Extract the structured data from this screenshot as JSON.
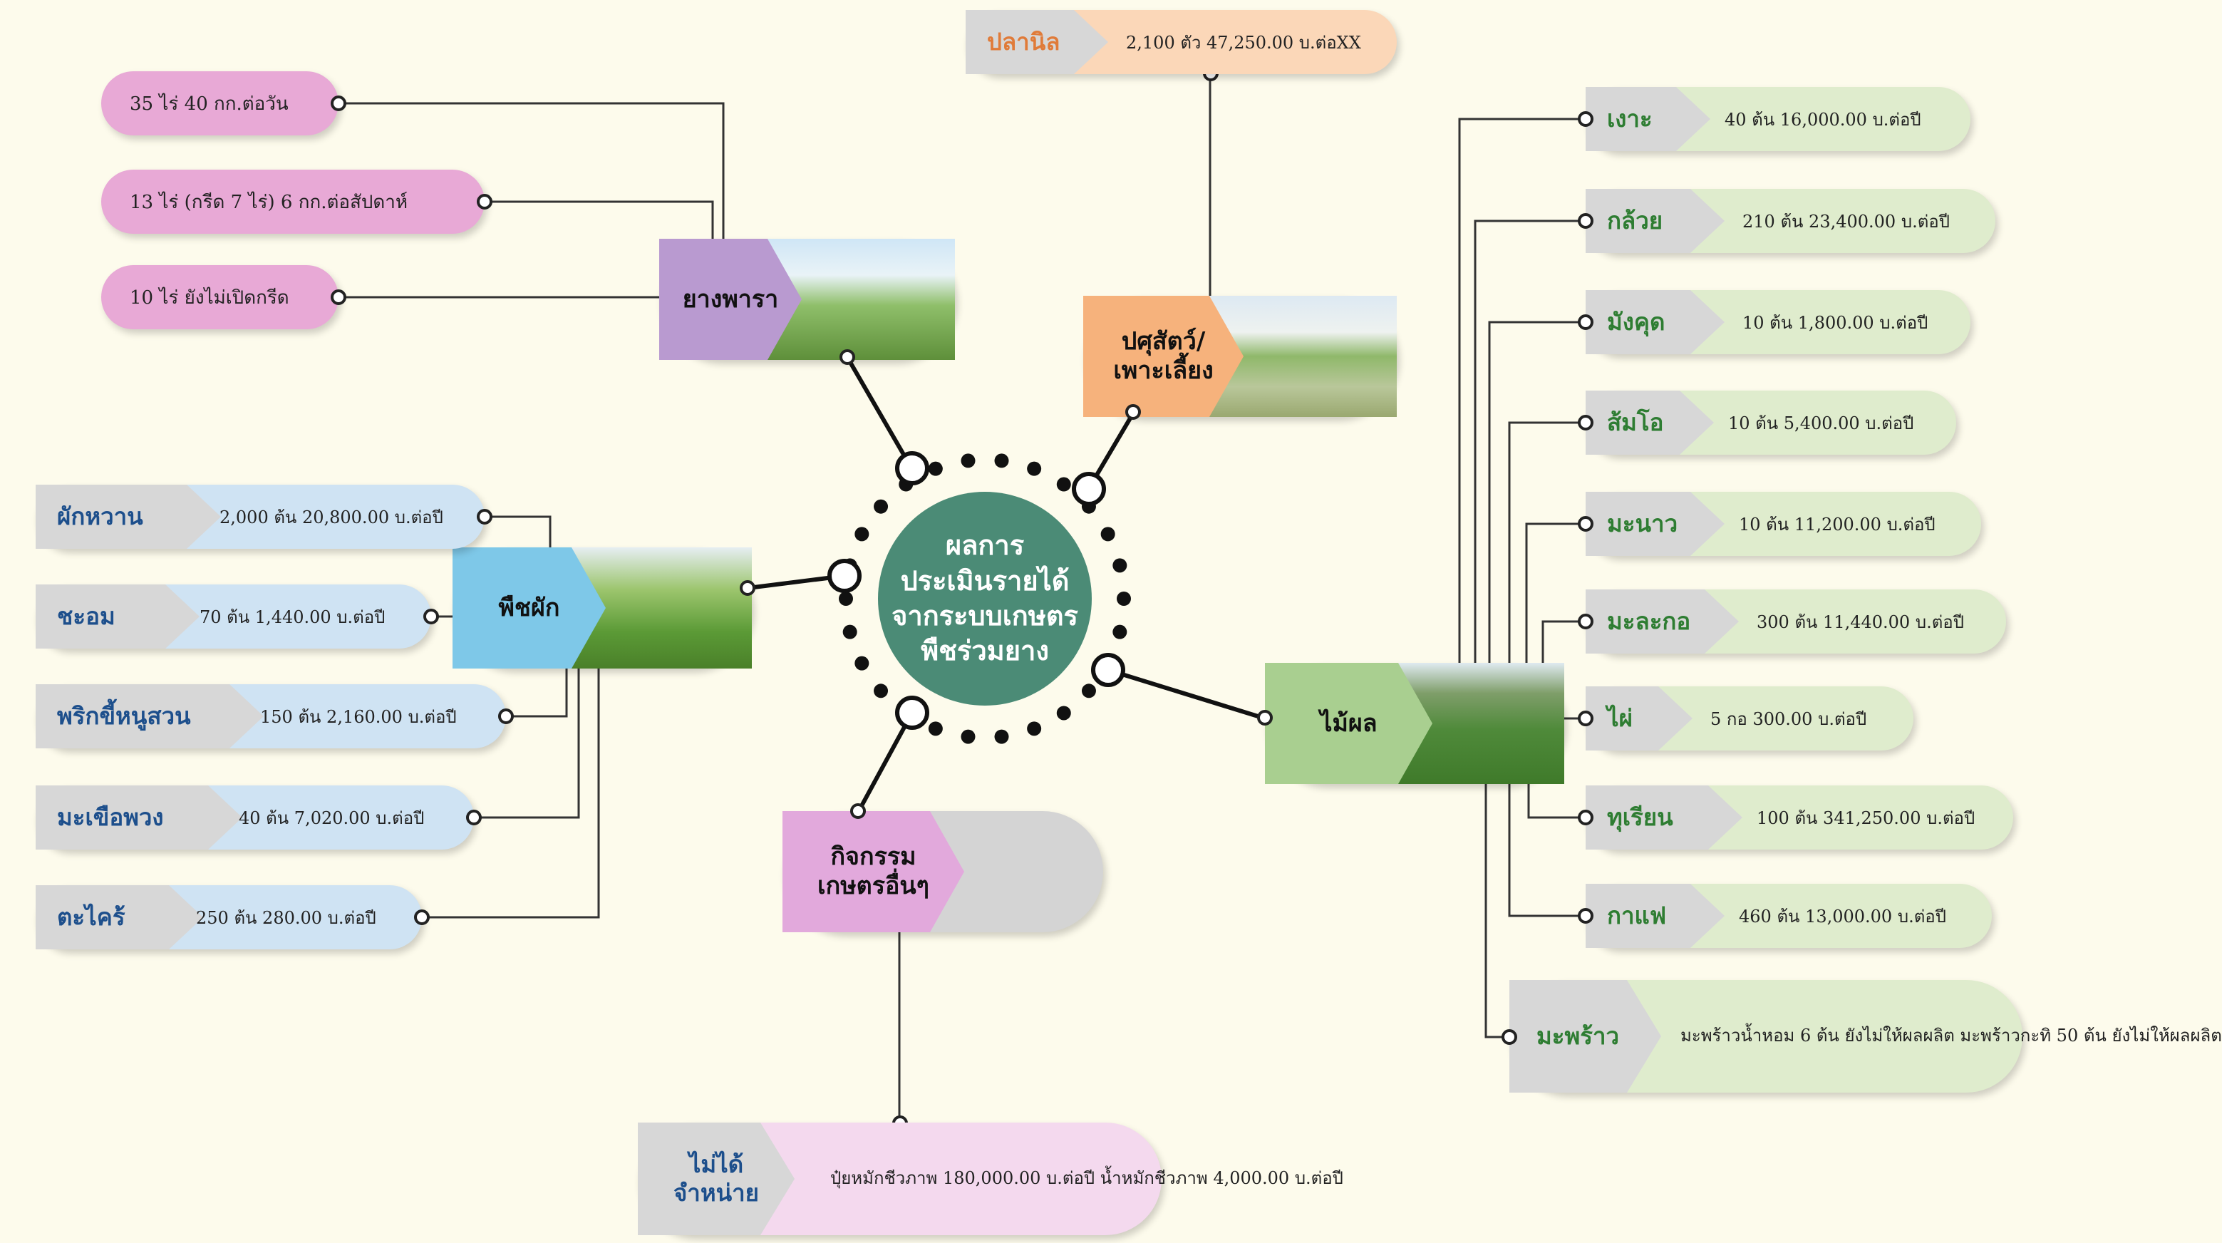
{
  "center": {
    "title": "ผลการ\nประเมินรายได้\nจากระบบเกษตร\nพืชร่วมยาง"
  },
  "hubs": {
    "rubber": {
      "label": "ยางพารา",
      "color": "#b99ad0",
      "photo": "rubber-plantation-photo"
    },
    "livestock": {
      "label": "ปศุสัตว์/\nเพาะเลี้ยง",
      "color": "#f6b27c",
      "photo": "fish-pond-photo"
    },
    "vegetables": {
      "label": "พืชผัก",
      "color": "#7ec8e8",
      "photo": "vegetable-field-photo"
    },
    "fruit": {
      "label": "ไม้ผล",
      "color": "#a9cf90",
      "photo": "fruit-orchard-photo"
    },
    "other": {
      "label": "กิจกรรม\nเกษตรอื่นๆ",
      "color": "#e2a9dc",
      "photo": "none"
    }
  },
  "rubber_items": [
    {
      "text": "35 ไร่ 40 กก.ต่อวัน"
    },
    {
      "text": "13 ไร่ (กรีด 7 ไร่) 6 กก.ต่อสัปดาห์"
    },
    {
      "text": "10 ไร่ ยังไม่เปิดกรีด"
    }
  ],
  "livestock_items": [
    {
      "label": "ปลานิล",
      "value": "2,100 ตัว 47,250.00 บ.ต่อXX"
    }
  ],
  "vegetable_items": [
    {
      "label": "ผักหวาน",
      "value": "2,000 ต้น 20,800.00 บ.ต่อปี"
    },
    {
      "label": "ชะอม",
      "value": "70 ต้น 1,440.00 บ.ต่อปี"
    },
    {
      "label": "พริกขี้หนูสวน",
      "value": "150 ต้น 2,160.00 บ.ต่อปี"
    },
    {
      "label": "มะเขือพวง",
      "value": "40 ต้น 7,020.00 บ.ต่อปี"
    },
    {
      "label": "ตะไคร้",
      "value": "250 ต้น 280.00 บ.ต่อปี"
    }
  ],
  "fruit_items": [
    {
      "label": "เงาะ",
      "value": "40 ต้น 16,000.00 บ.ต่อปี"
    },
    {
      "label": "กล้วย",
      "value": "210 ต้น 23,400.00 บ.ต่อปี"
    },
    {
      "label": "มังคุด",
      "value": "10 ต้น 1,800.00 บ.ต่อปี"
    },
    {
      "label": "ส้มโอ",
      "value": "10 ต้น 5,400.00 บ.ต่อปี"
    },
    {
      "label": "มะนาว",
      "value": "10 ต้น 11,200.00 บ.ต่อปี"
    },
    {
      "label": "มะละกอ",
      "value": "300 ต้น 11,440.00 บ.ต่อปี"
    },
    {
      "label": "ไผ่",
      "value": "5 กอ 300.00 บ.ต่อปี"
    },
    {
      "label": "ทุเรียน",
      "value": "100 ต้น 341,250.00 บ.ต่อปี"
    },
    {
      "label": "กาแฟ",
      "value": "460 ต้น 13,000.00 บ.ต่อปี"
    },
    {
      "label": "มะพร้าว",
      "value": "มะพร้าวน้ำหอม 6 ต้น ยังไม่ให้ผลผลิต\nมะพร้าวกะทิ 50 ต้น ยังไม่ให้ผลผลิต"
    }
  ],
  "other_items": [
    {
      "label": "ไม่ได้\nจำหน่าย",
      "value": "ปุ๋ยหมักชีวภาพ 180,000.00 บ.ต่อปี\nน้ำหมักชีวภาพ 4,000.00 บ.ต่อปี"
    }
  ],
  "colors": {
    "background": "#fdfbec",
    "center": "#4b8b76",
    "item_tag_gray": "#d7d7d7",
    "vegetable_item_fill": "#cfe3f3",
    "vegetable_label": "#1d4f8c",
    "fruit_item_fill": "#dfeccd",
    "fruit_label": "#2e7d32",
    "rubber_item_fill": "#e8a9d6",
    "livestock_item_fill": "#fbd7b8",
    "livestock_label": "#e07b39",
    "other_item_fill": "#f4d9ee",
    "other_label": "#1d4f8c"
  }
}
